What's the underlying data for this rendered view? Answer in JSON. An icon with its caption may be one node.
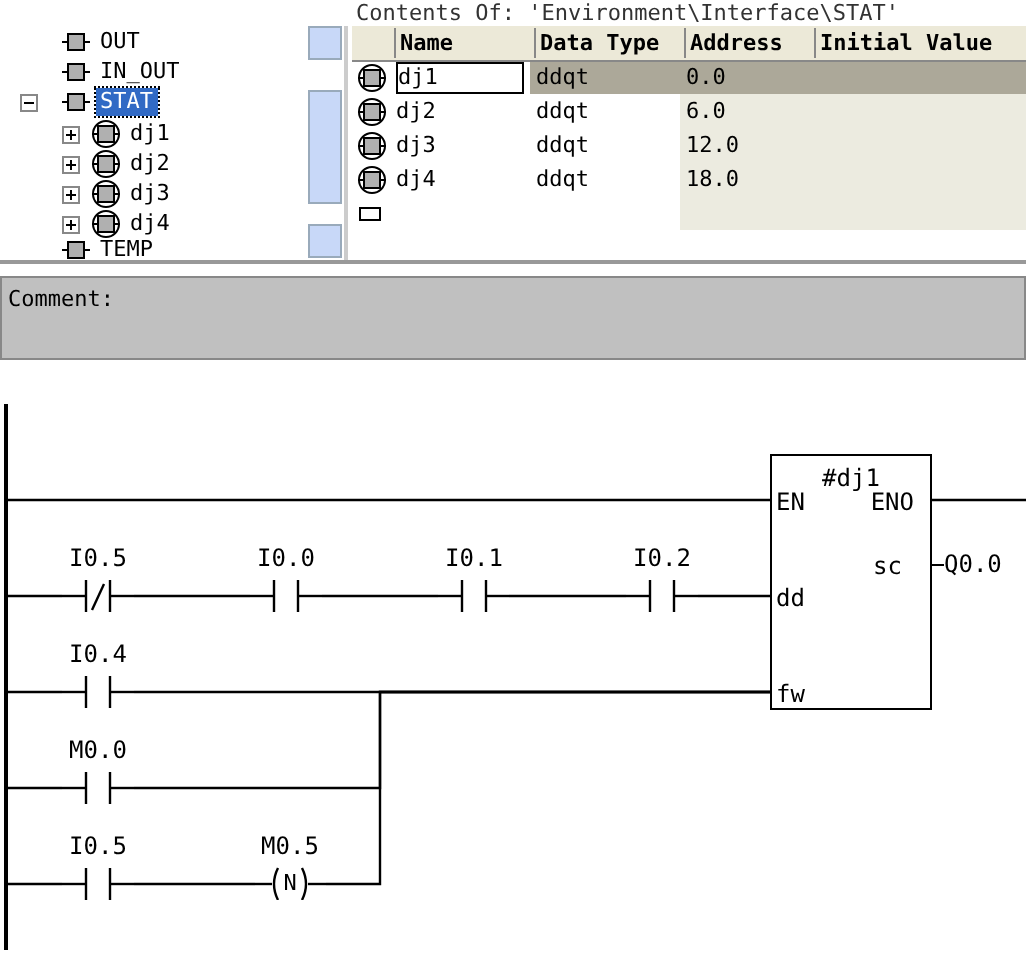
{
  "diagram": {
    "nodes": [
      {
        "text": [],
        "shape": "bar"
      },
      {
        "text": [
          "I0.5"
        ]
      },
      {
        "text": [
          "I0.0"
        ]
      },
      {
        "text": [
          "I0.1"
        ]
      },
      {
        "text": [
          "I0.2"
        ]
      },
      {
        "text": [
          "#dj1",
          "EN",
          "ENO",
          "sc",
          "dd",
          "fw"
        ],
        "beside": [
          "Q0.0"
        ]
      },
      {
        "text": [
          "I0.4"
        ]
      },
      {
        "text": [
          "M0.0"
        ]
      },
      {
        "text": [
          "I0.5"
        ]
      },
      {
        "text": [
          "M0.5",
          "N"
        ]
      }
    ],
    "edges": [
      {
        "from": 0,
        "to": 5,
        "arrow": "none"
      },
      {
        "from": 0,
        "to": 1,
        "arrow": "none"
      },
      {
        "from": 1,
        "to": 2,
        "arrow": "none"
      },
      {
        "from": 2,
        "to": 3,
        "arrow": "none"
      },
      {
        "from": 3,
        "to": 4,
        "arrow": "none"
      },
      {
        "from": 4,
        "to": 5,
        "arrow": "none"
      },
      {
        "from": 0,
        "to": 6,
        "arrow": "none"
      },
      {
        "from": 6,
        "to": 5,
        "arrow": "none"
      },
      {
        "from": 0,
        "to": 7,
        "arrow": "none"
      },
      {
        "from": 7,
        "to": 5,
        "arrow": "none"
      },
      {
        "from": 0,
        "to": 8,
        "arrow": "none"
      },
      {
        "from": 8,
        "to": 9,
        "arrow": "none"
      },
      {
        "from": 9,
        "to": 5,
        "arrow": "none"
      },
      {
        "from": 5,
        "to": null,
        "arrow": "none"
      }
    ],
    "labels": [
      "Contents Of: 'Environment\\Interface\\STAT'",
      "OUT",
      "IN_OUT",
      "STAT",
      "dj1",
      "dj2",
      "dj3",
      "dj4",
      "TEMP",
      "Name",
      "Data Type",
      "Address",
      "Initial Value",
      "dj1",
      "ddqt",
      "0.0",
      "dj2",
      "ddqt",
      "6.0",
      "dj3",
      "ddqt",
      "12.0",
      "dj4",
      "ddqt",
      "18.0",
      "Comment:"
    ]
  }
}
